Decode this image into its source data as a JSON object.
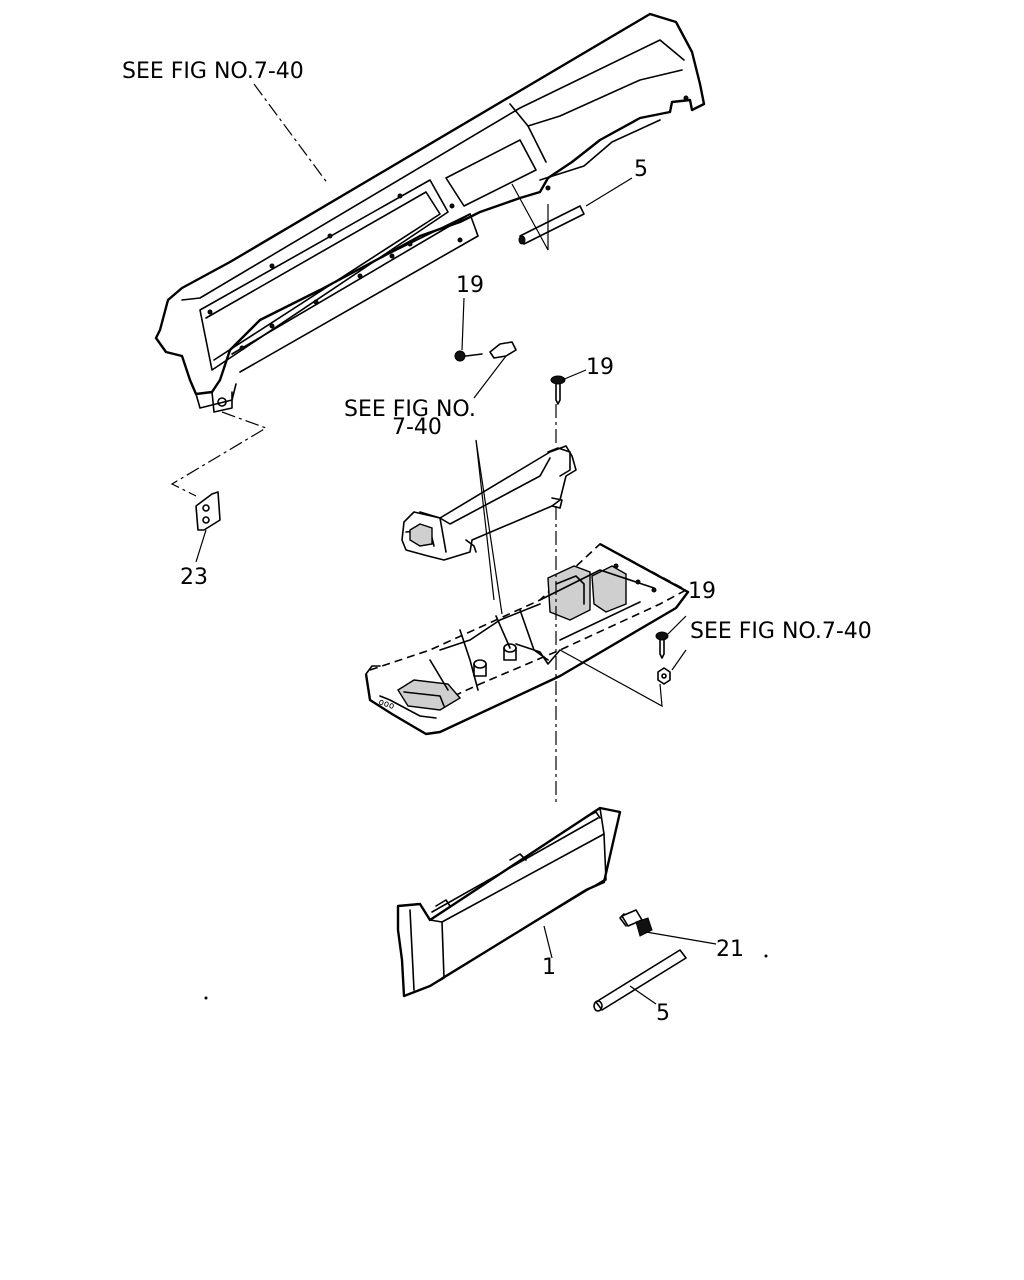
{
  "labels": {
    "ref_top": "SEE FIG NO.7-40",
    "ref_mid_line1": "SEE FIG  NO.",
    "ref_mid_line2": "7-40",
    "ref_right": "SEE FIG NO.7-40",
    "part_5_top": "5",
    "part_19_a": "19",
    "part_19_b": "19",
    "part_19_c": "19",
    "part_23": "23",
    "part_1": "1",
    "part_21": "21",
    "part_5_bottom": "5"
  }
}
